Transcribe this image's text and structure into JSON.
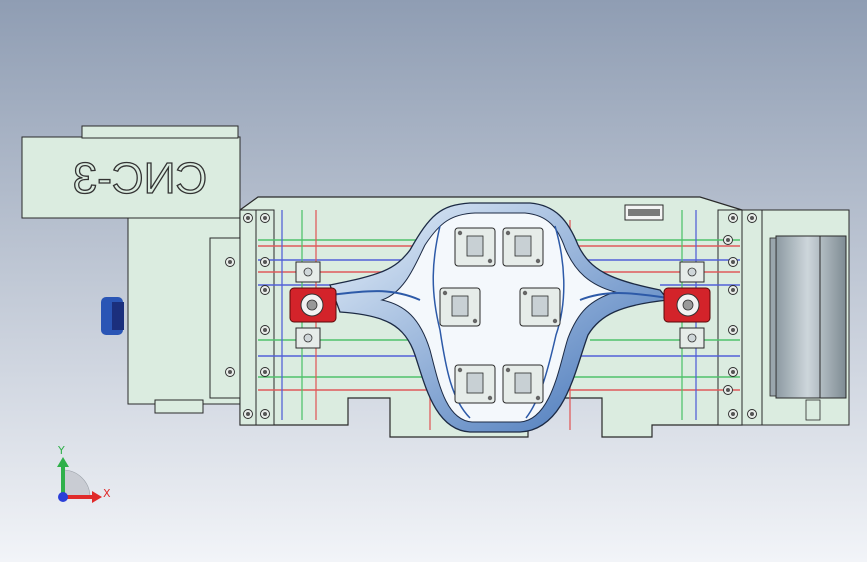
{
  "viewport": {
    "background_top": "#8f9db3",
    "background_bottom": "#f2f4f8"
  },
  "fixture": {
    "label_text": "CNC-3",
    "label_mirrored": true,
    "plate_color": "#dbece0",
    "edge_color": "#2a2a2a",
    "rotary_face_color": "#b9c3c8",
    "clamp_color": "#d3232a",
    "part_color_light": "#eaf3fb",
    "part_color_dark": "#3d6fb6",
    "connector_color": "#2a55b5",
    "tube_colors": {
      "red": "#e05a5a",
      "green": "#4fc26b",
      "blue": "#5260d8"
    }
  },
  "axis_triad": {
    "x_label": "X",
    "y_label": "Y",
    "x_color": "#e02a2a",
    "y_color": "#2fb04a",
    "origin_color": "#2b3fd8"
  }
}
